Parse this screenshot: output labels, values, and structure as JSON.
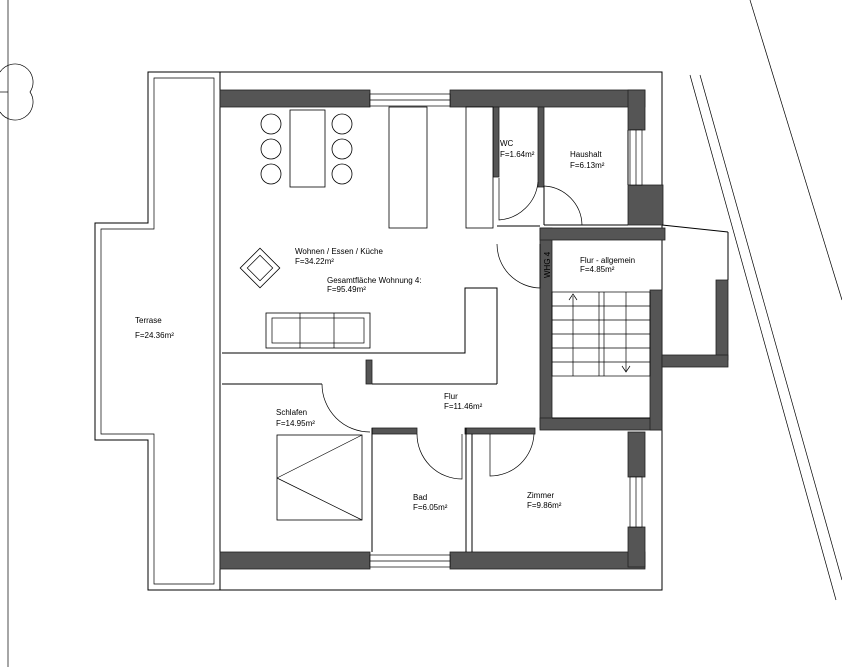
{
  "rooms": {
    "terrace": {
      "name": "Terrase",
      "area": "F=24.36m²"
    },
    "living": {
      "name": "Wohnen / Essen / Küche",
      "area": "F=34.22m²"
    },
    "total": {
      "name": "Gesamtfläche Wohnung 4:",
      "area": "F=95.49m²"
    },
    "wc": {
      "name": "WC",
      "area": "F=1.64m²"
    },
    "utility": {
      "name": "Haushalt",
      "area": "F=6.13m²"
    },
    "hall_common": {
      "name": "Flur - allgemein",
      "area": "F=4.85m²"
    },
    "unit_label": "WHG 4",
    "hall": {
      "name": "Flur",
      "area": "F=11.46m²"
    },
    "bedroom": {
      "name": "Schlafen",
      "area": "F=14.95m²"
    },
    "bath": {
      "name": "Bad",
      "area": "F=6.05m²"
    },
    "room": {
      "name": "Zimmer",
      "area": "F=9.86m²"
    }
  },
  "colors": {
    "wall": "#555555",
    "line": "#000000",
    "background": "#ffffff"
  }
}
